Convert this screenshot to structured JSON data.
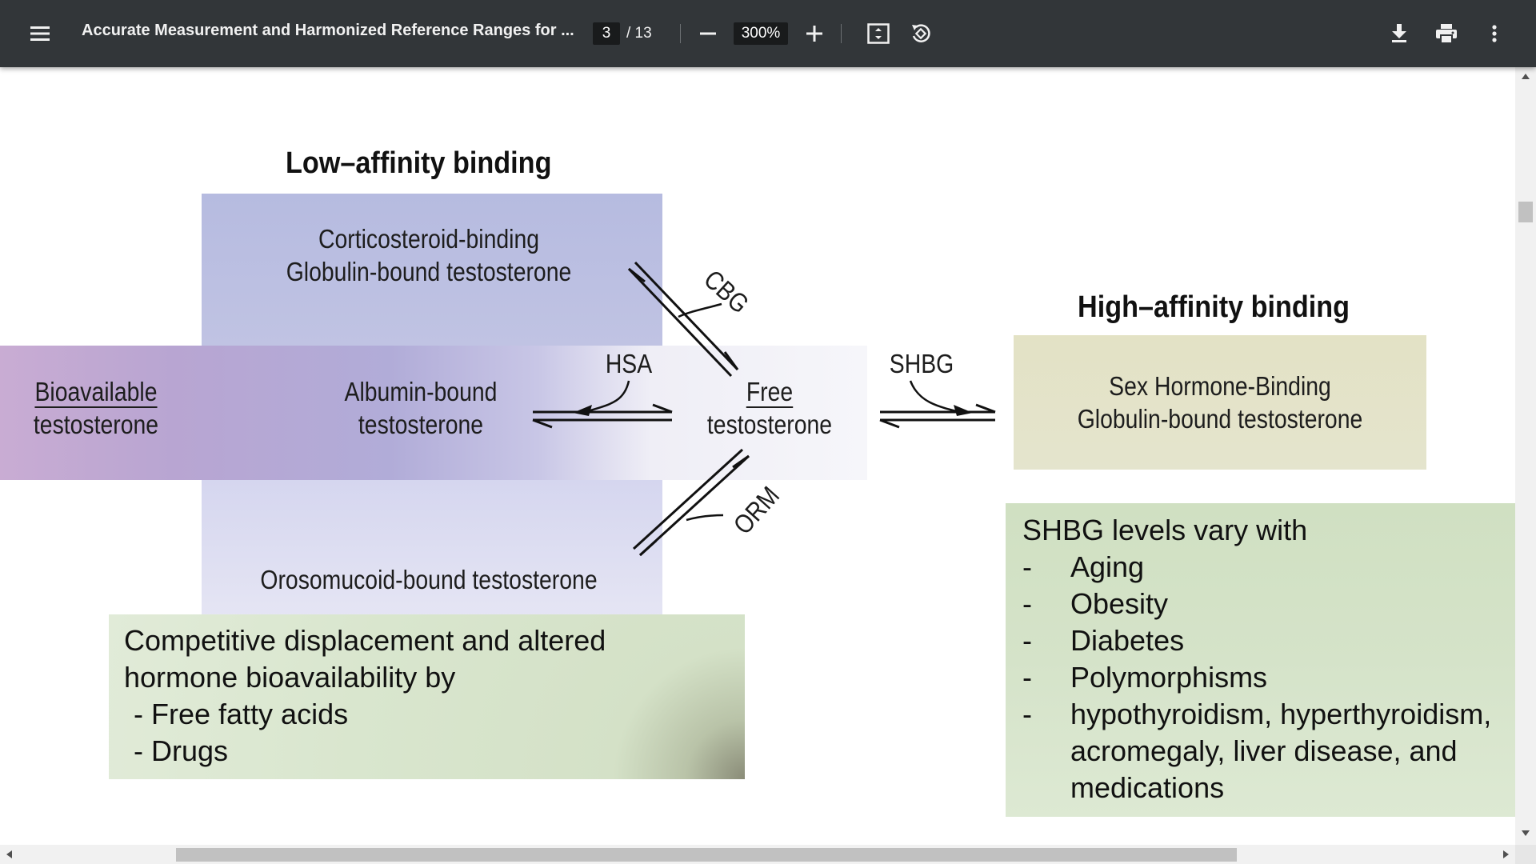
{
  "toolbar": {
    "title": "Accurate Measurement and Harmonized Reference Ranges for ...",
    "page_current": "3",
    "page_total": "/ 13",
    "zoom": "300%",
    "icons": [
      "menu-icon",
      "zoom-out-icon",
      "zoom-in-icon",
      "fit-page-icon",
      "rotate-icon",
      "download-icon",
      "print-icon",
      "more-vert-icon"
    ]
  },
  "figure": {
    "low_affinity_heading": "Low–affinity binding",
    "high_affinity_heading": "High–affinity binding",
    "cbg_line1": "Corticosteroid-binding",
    "cbg_line2": "Globulin-bound testosterone",
    "bioavailable_line1": "Bioavailable",
    "bioavailable_line2": "testosterone",
    "albumin_line1": "Albumin-bound",
    "albumin_line2": "testosterone",
    "free_line1": "Free",
    "free_line2": "testosterone",
    "orosomucoid": "Orosomucoid-bound testosterone",
    "shbg_line1": "Sex Hormone-Binding",
    "shbg_line2": "Globulin-bound testosterone",
    "label_cbg": "CBG",
    "label_hsa": "HSA",
    "label_orm": "ORM",
    "label_shbg": "SHBG"
  },
  "competitive_box": {
    "line1": "Competitive displacement and altered",
    "line2": "hormone bioavailability by",
    "items": [
      "- Free fatty acids",
      "- Drugs"
    ]
  },
  "shbg_box": {
    "heading": "SHBG levels vary with",
    "bullet": "-",
    "items": [
      "Aging",
      "Obesity",
      "Diabetes",
      "Polymorphisms",
      "hypothyroidism, hyperthyroidism,",
      "acromegaly, liver disease, and",
      "medications"
    ]
  },
  "colors": {
    "toolbar_bg": "#323639",
    "low_affinity_fill": "#b3b8de",
    "bioavailable_fill": "#c7acd0",
    "shbg_fill": "#e3e3c8",
    "note_fill": "#d4e3c7"
  }
}
